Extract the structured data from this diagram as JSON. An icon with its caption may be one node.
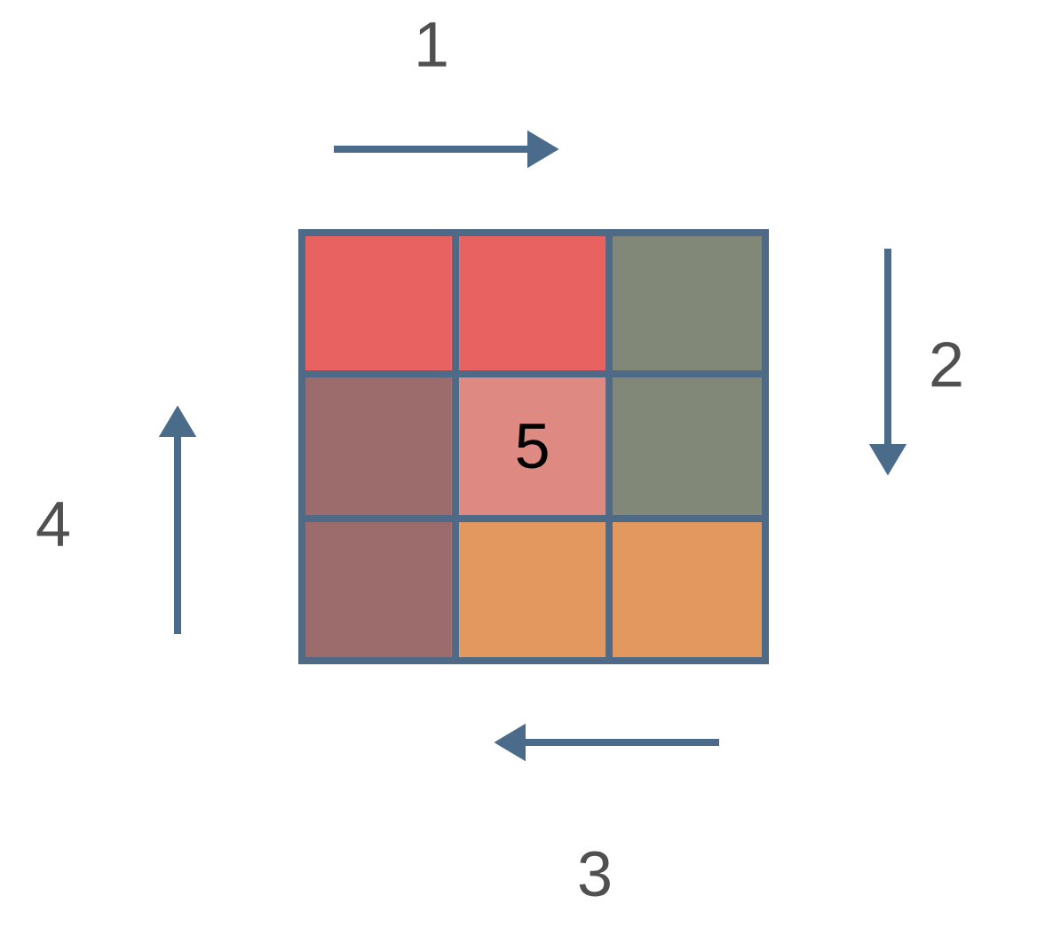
{
  "diagram": {
    "nodes": [
      {
        "text": [],
        "shape": "box"
      },
      {
        "text": [],
        "shape": "box"
      },
      {
        "text": [],
        "shape": "box"
      },
      {
        "text": [],
        "shape": "box"
      },
      {
        "text": [
          "5"
        ]
      },
      {
        "text": [],
        "shape": "box"
      },
      {
        "text": [],
        "shape": "box"
      },
      {
        "text": [],
        "shape": "box"
      },
      {
        "text": [],
        "shape": "box"
      }
    ],
    "edges": [],
    "labels": [
      "1",
      "2",
      "4",
      "3"
    ]
  }
}
